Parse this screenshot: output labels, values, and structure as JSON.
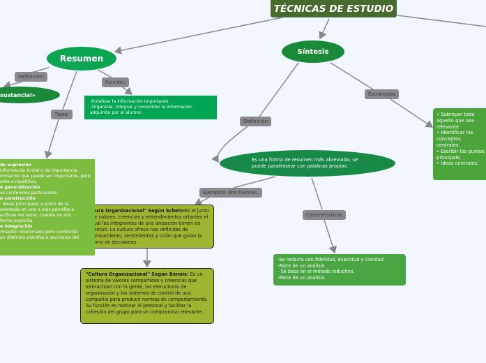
{
  "title": "TÉCNICAS DE ESTUDIO",
  "resumen": {
    "label": "Resumen",
    "definicion_label": "Definición:",
    "definicion_text": "sustancial»",
    "funcion_label": "Función:",
    "funcion_lines": [
      "-Enfatizar la información importante.",
      "-Organizar, integrar y consolidar la información",
      "adquirida por el alumno ."
    ],
    "tipos_label": "Tipos:",
    "tipos_lines": [
      {
        "text": "de supresión",
        "bold": true
      },
      {
        "text": "información trivial o de importancia",
        "bold": false
      },
      {
        "text": " ",
        "bold": false
      },
      {
        "text": "ormación que puede ser importante, pero",
        "bold": false
      },
      {
        "text": "ante o repetitiva.",
        "bold": false
      },
      {
        "text": "e generalización",
        "bold": true
      },
      {
        "text": "os contenidos particulares",
        "bold": false
      },
      {
        "text": "e construcción",
        "bold": true
      },
      {
        "text": ". ideas principales a partir de la",
        "bold": false
      },
      {
        "text": "esentada en uno o más párrafos o",
        "bold": false
      },
      {
        "text": "ecíficas del texto, cuando no son",
        "bold": false
      },
      {
        "text": "forma explícita.",
        "bold": false
      },
      {
        "text": "e integración",
        "bold": true
      },
      {
        "text": "rmación relacionada pero contenida",
        "bold": false
      },
      {
        "text": "en distintos párrafos o secciones del",
        "bold": false
      }
    ]
  },
  "sintesis": {
    "label": "Síntesis",
    "definicion_label": "Definición",
    "definicion_text": "Es una forma de resumen más abreviada, se puede parafrasear con palabras propias.",
    "estrategias_label": "Estrategias",
    "estrategias_lines": [
      "• Subrayar todo aquello que sea relevante",
      "• Identificar los conceptos centrales.",
      "• Escribir los puntos principale.",
      "• Ideas centrales."
    ],
    "ejemplos_label": "Ejemplos: dos fuentes.",
    "schein_title": "ltura Organizacional\" Según Schein:",
    "schein_text": "Es el junto de valores, creencias y entendimientos ortantes el cual los integrantes de una anización tienen en común. La cultura ofrece nas definidas de pensamiento, sentimientos y cción que guían la toma de decisiones.",
    "bennis_title": "\"Cultura Organizacional\" Según Bennis:",
    "bennis_text": " Es un sistema de valores compartidos y creencias que interactúan con la gente, las estructuras de organización y los sistemas de control de una compañía para producir normas de comportamiento. Su función es motivar al personal y facilitar la cohesión del grupo para un compromiso relevante.",
    "caracteristicas_label": "Características",
    "caracteristicas_lines": [
      "-Se redacta con fidelidad, exactitud y claridad.",
      "-Parte de un análisis.",
      "- Se basa en el método inductivo.",
      "-Parte de un análisis."
    ]
  }
}
